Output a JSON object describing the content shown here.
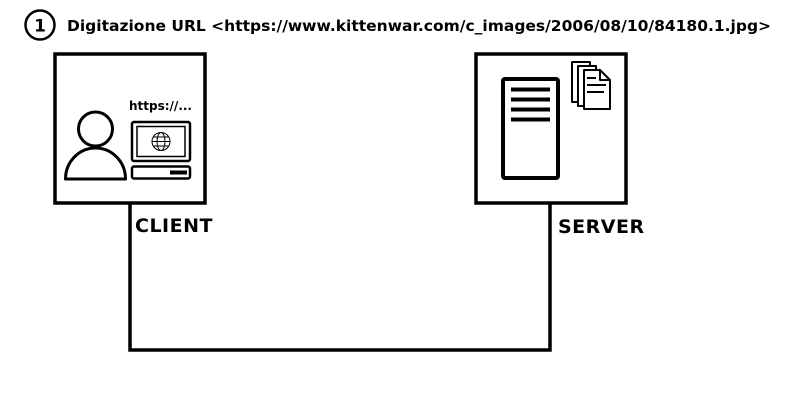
{
  "step": {
    "number": "1",
    "title": "Digitazione URL <https://www.kittenwar.com/c_images/2006/08/10/84180.1.jpg>"
  },
  "client": {
    "label": "CLIENT",
    "url_hint": "https://...",
    "icons": [
      "user-icon",
      "computer-icon",
      "globe-icon"
    ]
  },
  "server": {
    "label": "SERVER",
    "icons": [
      "server-tower-icon",
      "documents-icon"
    ]
  },
  "colors": {
    "stroke": "#000000",
    "background": "#ffffff"
  }
}
